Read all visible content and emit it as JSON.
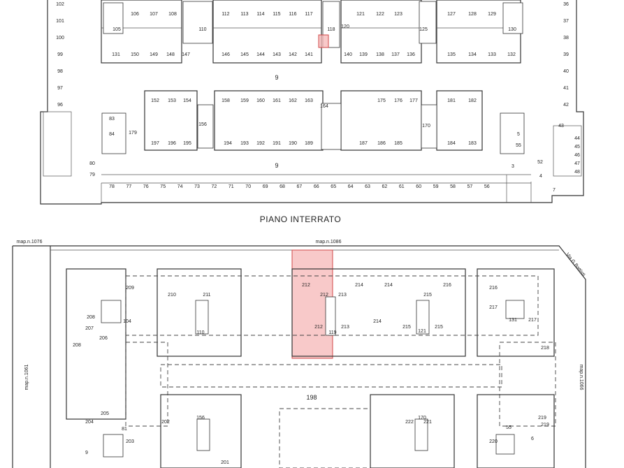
{
  "title": "PIANO INTERRATO",
  "basement": {
    "aisle_label": "9",
    "left_column": [
      "102",
      "101",
      "100",
      "99",
      "98",
      "97",
      "96"
    ],
    "right_column": [
      "36",
      "37",
      "38",
      "39",
      "40",
      "41",
      "42"
    ],
    "top_row_upper": [
      "106",
      "107",
      "108",
      "112",
      "113",
      "114",
      "115",
      "116",
      "117",
      "121",
      "122",
      "123",
      "127",
      "128",
      "129"
    ],
    "top_row_lower": [
      "131",
      "150",
      "149",
      "148",
      "147",
      "146",
      "145",
      "144",
      "143",
      "142",
      "141",
      "140",
      "139",
      "138",
      "137",
      "136",
      "135",
      "134",
      "133",
      "132"
    ],
    "mid_row_upper": [
      "152",
      "153",
      "154",
      "158",
      "159",
      "160",
      "161",
      "162",
      "163",
      "175",
      "176",
      "177",
      "181",
      "182"
    ],
    "mid_row_lower": [
      "197",
      "196",
      "195",
      "194",
      "193",
      "192",
      "191",
      "190",
      "189",
      "187",
      "186",
      "185",
      "184",
      "183"
    ],
    "bottom_row": [
      "78",
      "77",
      "76",
      "75",
      "74",
      "73",
      "72",
      "71",
      "70",
      "69",
      "68",
      "67",
      "66",
      "65",
      "64",
      "63",
      "62",
      "61",
      "60",
      "59",
      "58",
      "57",
      "56"
    ],
    "misc": [
      "80",
      "79",
      "83",
      "84",
      "3",
      "4",
      "5",
      "52",
      "43",
      "44",
      "45",
      "46",
      "47",
      "48",
      "7",
      "105",
      "110",
      "118",
      "120",
      "125",
      "130",
      "156",
      "164",
      "170",
      "179",
      "55"
    ]
  },
  "ground": {
    "top_labels": [
      "map.n.1076",
      "map.n.1086"
    ],
    "side_labels": [
      "map.n.1061",
      "map.n.1066",
      "Via G.Battisti"
    ],
    "courtyard_label": "198",
    "units": [
      "209",
      "210",
      "211",
      "212",
      "212",
      "212",
      "213",
      "213",
      "214",
      "214",
      "214",
      "215",
      "215",
      "215",
      "216",
      "216",
      "217",
      "217",
      "218",
      "219",
      "219",
      "220",
      "208",
      "208",
      "207",
      "206",
      "205",
      "204",
      "203",
      "202",
      "201",
      "104",
      "110",
      "119",
      "121",
      "131",
      "156",
      "170",
      "81",
      "55",
      "222",
      "221",
      "9",
      "6"
    ]
  },
  "highlight_color": "#f6b7b7",
  "highlight_stroke": "#d04848"
}
